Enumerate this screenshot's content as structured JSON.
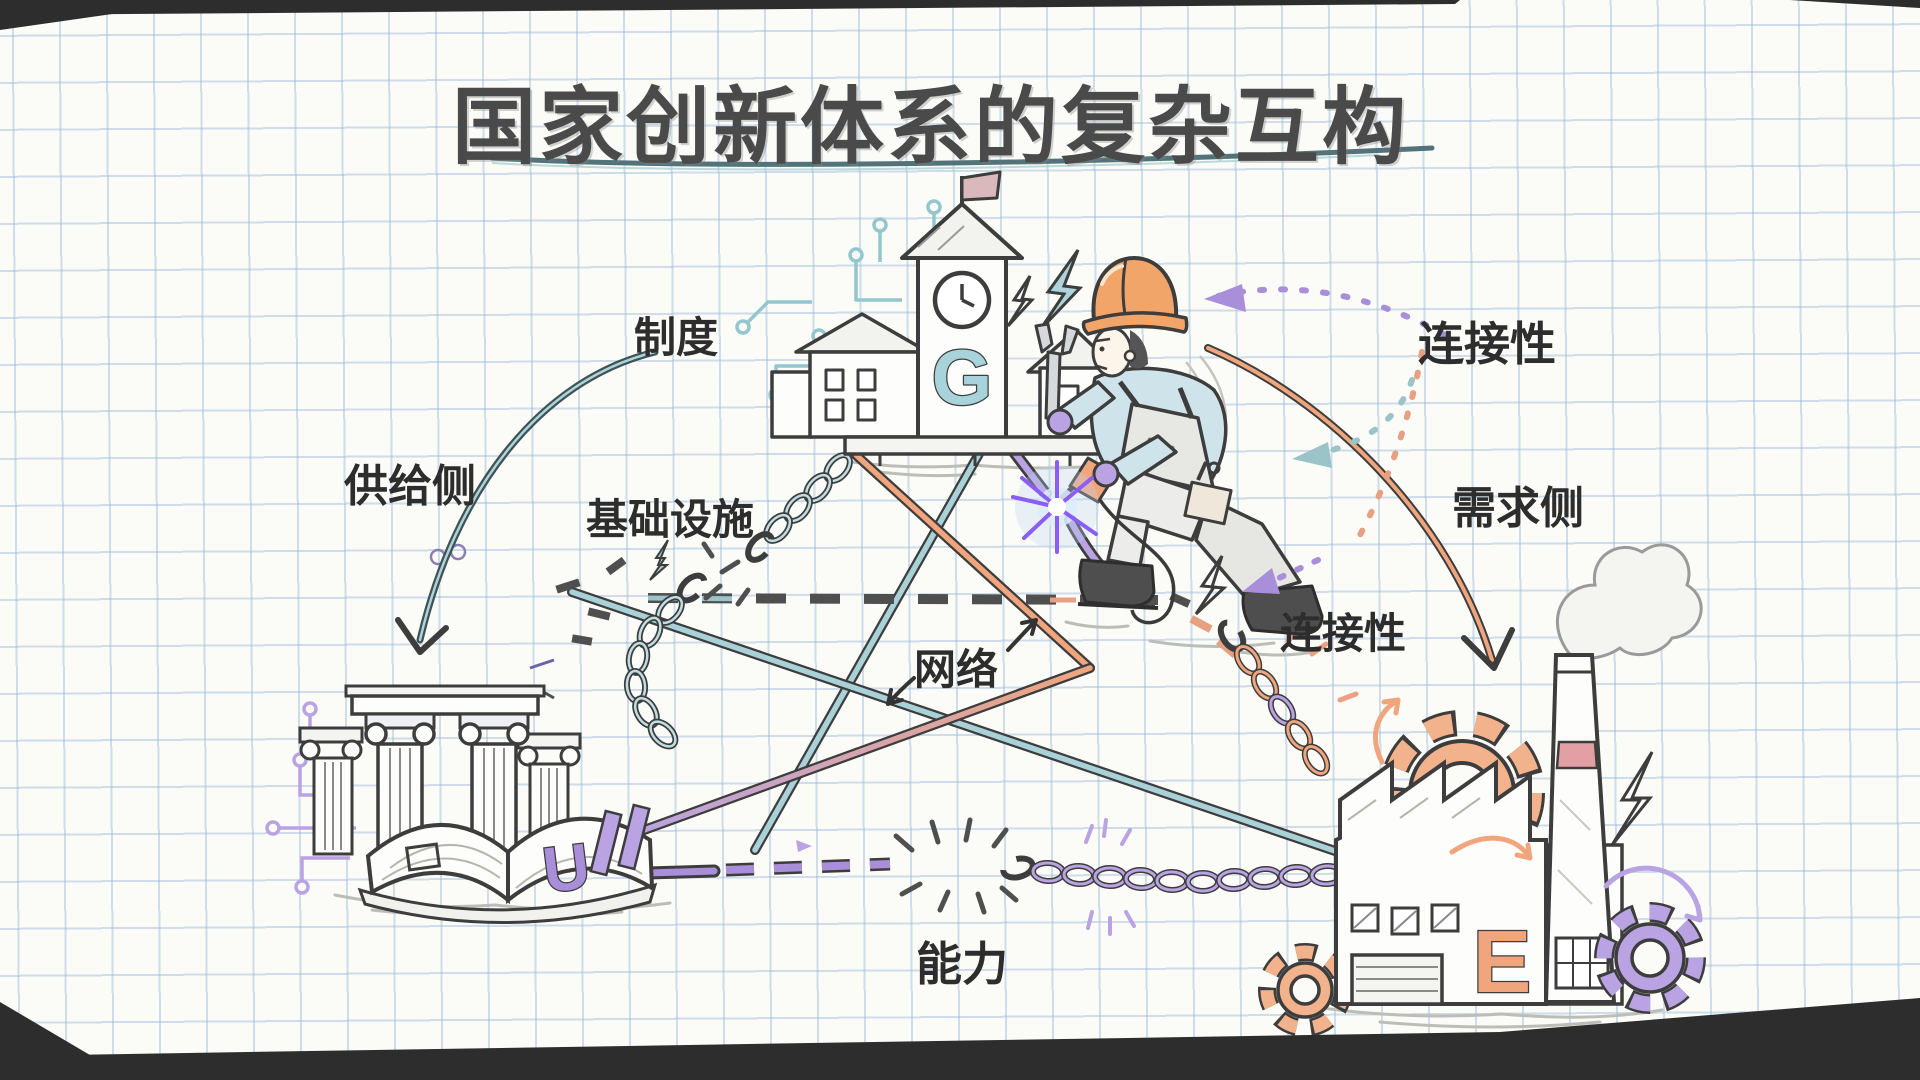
{
  "title": "国家创新体系的复杂互构",
  "labels": {
    "institution": "制度",
    "supply_side": "供给侧",
    "infrastructure": "基础设施",
    "network": "网络",
    "connectivity_top": "连接性",
    "demand_side": "需求侧",
    "connectivity_mid": "连接性",
    "capability": "能力"
  },
  "nodes": {
    "government": {
      "letter": "G"
    },
    "university": {
      "letter": "U"
    },
    "enterprise": {
      "letter": "E"
    }
  },
  "colors": {
    "ink": "#3d3d3d",
    "teal": "#8fc3cb",
    "teal_dark": "#52737a",
    "orange": "#f0a57d",
    "purple": "#a98fd9",
    "grid": "#cfe0ec",
    "paper": "#fbfbf8"
  }
}
